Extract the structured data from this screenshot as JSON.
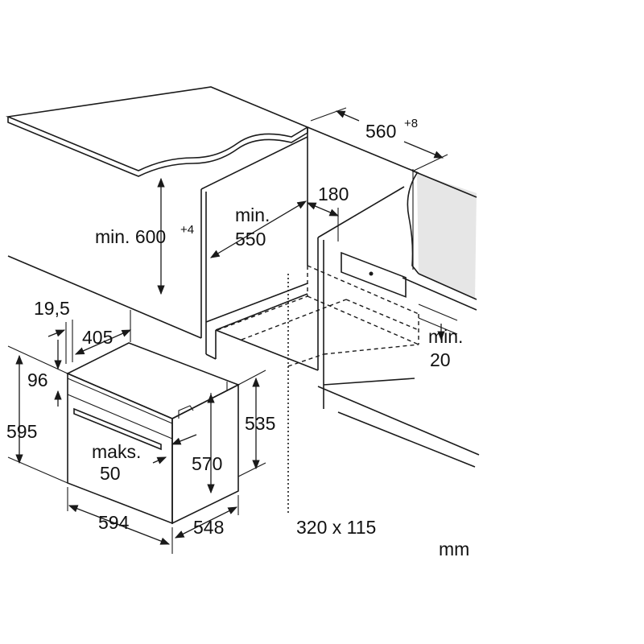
{
  "labels": {
    "countertop_height": "min. 600",
    "countertop_height_tol": "+4",
    "depth_min_line1": "min.",
    "depth_min_line2": "550",
    "width_top": "560",
    "width_top_tol": "+8",
    "vent_depth": "180",
    "gap_min_line1": "min.",
    "gap_min_line2": "20",
    "panel_thickness": "19,5",
    "top_depth": "405",
    "control_height": "96",
    "oven_height": "595",
    "handle_max_line1": "maks.",
    "handle_max_line2": "50",
    "cavity_height": "570",
    "rear_height": "535",
    "oven_width": "594",
    "oven_depth": "548",
    "vent_size": "320 x 115",
    "unit": "mm"
  },
  "colors": {
    "countertop_fill": "#e6e6e6",
    "line": "#1a1a1a",
    "hatch": "#1a1a1a"
  }
}
